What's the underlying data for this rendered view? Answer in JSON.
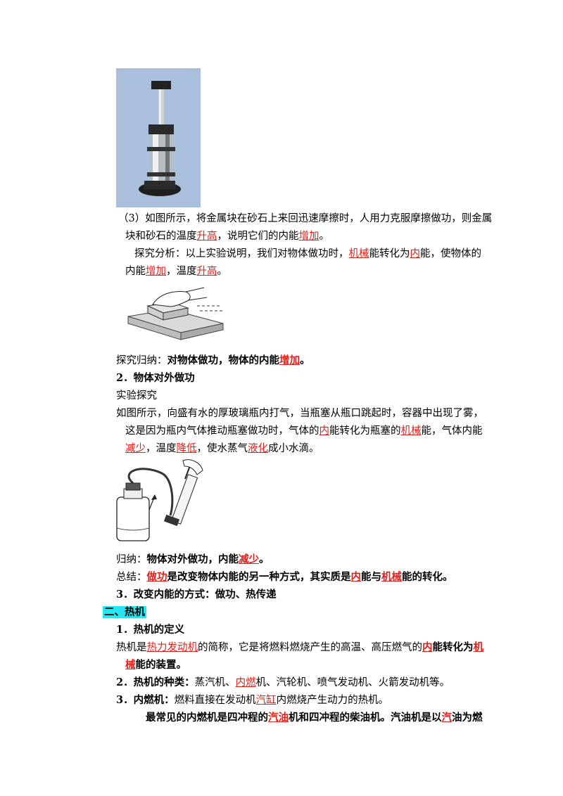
{
  "p3": {
    "l1": "（3）如图所示，将金属块在砂石上来回迅速摩擦时，人用力克服摩擦做功，则金属",
    "l2_a": "块和砂石的温度",
    "l2_b": "升高",
    "l2_c": "，说明它们的内能",
    "l2_d": "增加",
    "l2_e": "。"
  },
  "analysis": {
    "a": "探究分析：以上实验说明，我们对物体做功时，",
    "b": "机械",
    "c": "能转化为",
    "d": "内",
    "e": "能，使物体的",
    "f": "内能",
    "g": "增加",
    "h": "，温度",
    "i": "升高",
    "j": "。"
  },
  "summary1": {
    "a": "探究归纳：",
    "b": "对物体做功，物体的内能",
    "c": "增加",
    "d": "。"
  },
  "h2": "2．物体对外做功",
  "explore": "实验探究",
  "bottle": {
    "l1": "如图所示，向盛有水的厚玻璃瓶内打气，当瓶塞从瓶口跳起时，容器中出现了雾，",
    "a": "这是因为瓶内气体推动瓶塞做功时，气体的",
    "b": "内",
    "c": "能转化为瓶塞的",
    "d": "机械",
    "e": "能，气体内能",
    "f": "减少",
    "g": "，温度",
    "h": "降低",
    "i": "，使水蒸气",
    "j": "液化",
    "k": "成小水滴。"
  },
  "summary2": {
    "a": "归纳：",
    "b": "物体对外做功，内能",
    "c": "减少",
    "d": "。"
  },
  "summary3": {
    "a": "总结：",
    "b": "做功",
    "c": "是改变物体内能的另一种方式，其实质是",
    "d": "内",
    "e": "能与",
    "f": "机械",
    "g": "能的转化。"
  },
  "h3": "3．改变内能的方式：做功、热传递",
  "section2": "二、热机",
  "def_title": "1．热机的定义",
  "def": {
    "a": "热机是",
    "b": "热力发动机",
    "c": "的简称，它是将燃料燃烧产生的高温、高压燃气的",
    "d": "内",
    "e": "能转化为",
    "f": "机",
    "g": "械",
    "h": "能的装置。"
  },
  "types": {
    "a": "2．热机的种类：",
    "b": "蒸汽机、",
    "c": "内燃",
    "d": "机、汽轮机、喷气发动机、火箭发动机等。"
  },
  "ice": {
    "a": "3．内燃机：",
    "b": "燃料直接在发动机",
    "c": "汽缸",
    "d": "内燃烧产生动力的热机。"
  },
  "common": {
    "a": "最常见的内燃机是四冲程的",
    "b": "汽油",
    "c": "机和四冲程的柴油机。汽油机是以",
    "d": "汽",
    "e": "油为燃"
  }
}
